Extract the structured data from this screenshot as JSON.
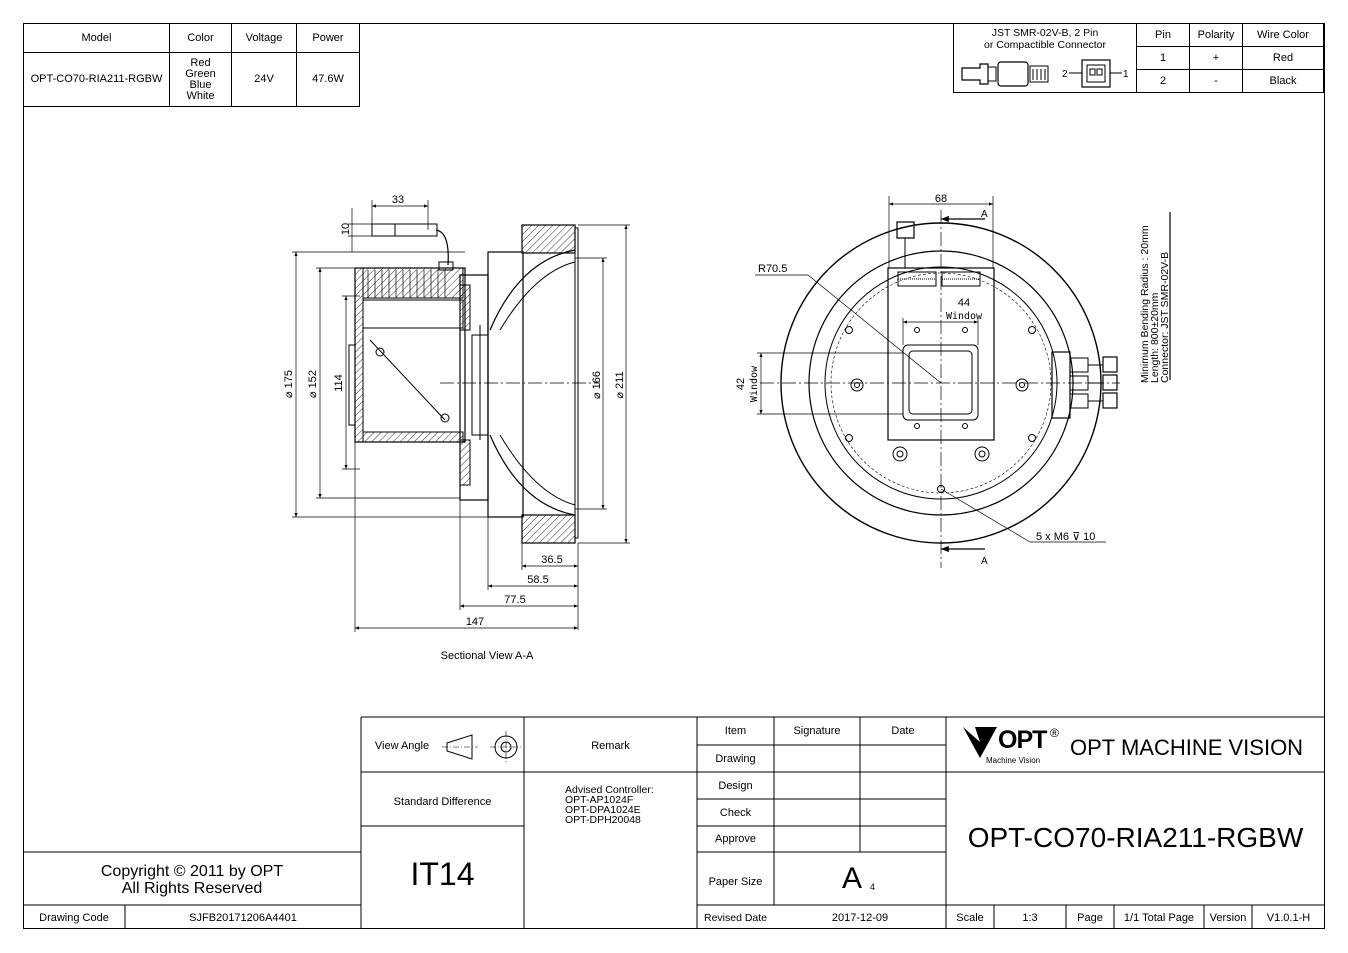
{
  "spec_table": {
    "headers": [
      "Model",
      "Color",
      "Voltage",
      "Power"
    ],
    "model": "OPT-CO70-RIA211-RGBW",
    "colors": [
      "Red",
      "Green",
      "Blue",
      "White"
    ],
    "voltage": "24V",
    "power": "47.6W"
  },
  "connector_table": {
    "connector_desc": "JST SMR-02V-B, 2 Pin\nor Compactible Connector",
    "headers": [
      "Pin",
      "Polarity",
      "Wire Color"
    ],
    "rows": [
      {
        "pin": "1",
        "polarity": "+",
        "wire_color": "Red"
      },
      {
        "pin": "2",
        "polarity": "-",
        "wire_color": "Black"
      }
    ],
    "pin_labels": [
      "2",
      "1"
    ]
  },
  "section_view": {
    "caption": "Sectional View A-A",
    "dims": {
      "d175": "175",
      "d152": "152",
      "d114": "114",
      "d166": "166",
      "d211": "211",
      "d10": "10",
      "d33": "33",
      "d36_5": "36.5",
      "d58_5": "58.5",
      "d77_5": "77.5",
      "d147": "147"
    }
  },
  "front_view": {
    "radius": "R70.5",
    "width68": "68",
    "section_a": "A",
    "window44": "44",
    "window42": "42",
    "window_word": "Window",
    "screw": "5 x M6 ⊽ 10",
    "note_lines": [
      "Minimum Bending Radius : 20mm",
      "Length: 800±20mm",
      "Connector: JST SMR-02V-B"
    ]
  },
  "title_block": {
    "view_angle": "View Angle",
    "remark": "Remark",
    "standard_difference": "Standard Difference",
    "tolerance": "IT14",
    "advised_lines": [
      "Advised Controller:",
      "OPT-AP1024F",
      "OPT-DPA1024E",
      "OPT-DPH20048"
    ],
    "item": "Item",
    "signature": "Signature",
    "date": "Date",
    "drawing": "Drawing",
    "design": "Design",
    "check": "Check",
    "approve": "Approve",
    "paper_size": "Paper Size",
    "paper_value": "A",
    "paper_sub": "4",
    "revised_date_label": "Revised Date",
    "revised_date": "2017-12-09",
    "scale_label": "Scale",
    "scale": "1:3",
    "page_label": "Page",
    "total_page": "1/1 Total Page",
    "version_label": "Version",
    "version": "V1.0.1-H",
    "logo_text": "OPT",
    "logo_reg": "®",
    "logo_sub": "Machine Vision",
    "company": "OPT MACHINE VISION",
    "model": "OPT-CO70-RIA211-RGBW",
    "copyright_lines": [
      "Copyright © 2011 by OPT",
      "All Rights Reserved"
    ],
    "drawing_code_label": "Drawing Code",
    "drawing_code": "SJFB20171206A4401"
  }
}
